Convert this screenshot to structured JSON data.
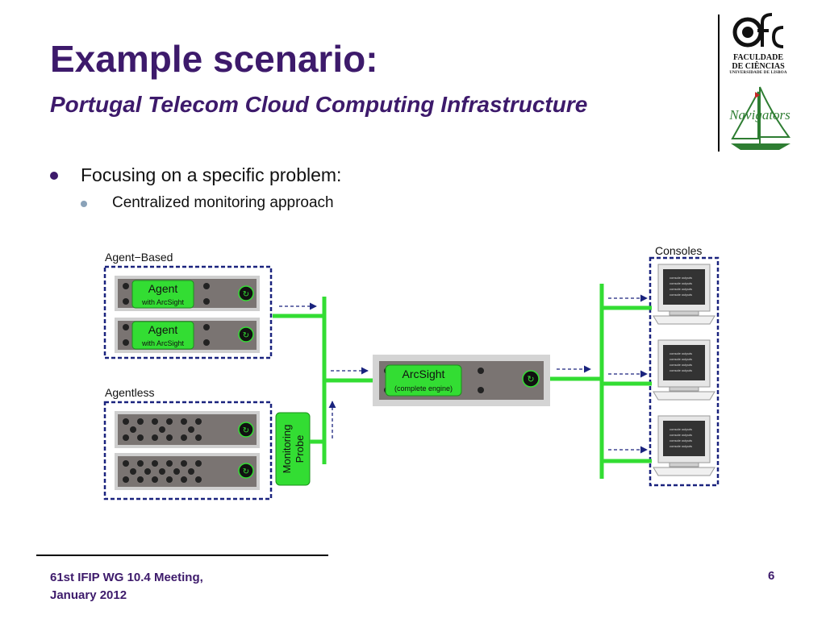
{
  "slide": {
    "title": "Example scenario:",
    "subtitle": "Portugal Telecom Cloud Computing Infrastructure"
  },
  "logos": {
    "fc_line1": "FACULDADE",
    "fc_line2": "DE CIÊNCIAS",
    "fc_line3": "UNIVERSIDADE DE LISBOA",
    "navigators": "Navigators"
  },
  "bullets": [
    {
      "level": 1,
      "text": "Focusing on a specific problem:"
    },
    {
      "level": 2,
      "text": "Centralized monitoring approach"
    }
  ],
  "diagram": {
    "agent_based_label": "Agent−Based",
    "agentless_label": "Agentless",
    "consoles_label": "Consoles",
    "agent_title": "Agent",
    "agent_sub": "with ArcSight",
    "arcsight_title": "ArcSight",
    "arcsight_sub": "(complete engine)",
    "probe_line1": "Monitoring",
    "probe_line2": "Probe",
    "console_line": "console outputs",
    "colors": {
      "wire": "#33dd33",
      "box_border": "#1a237e",
      "server": "#7a7472",
      "accent": "#3d1a6b"
    }
  },
  "footer": {
    "meeting_line1": "61st IFIP WG 10.4 Meeting,",
    "meeting_line2": "January 2012",
    "page_number": "6"
  }
}
